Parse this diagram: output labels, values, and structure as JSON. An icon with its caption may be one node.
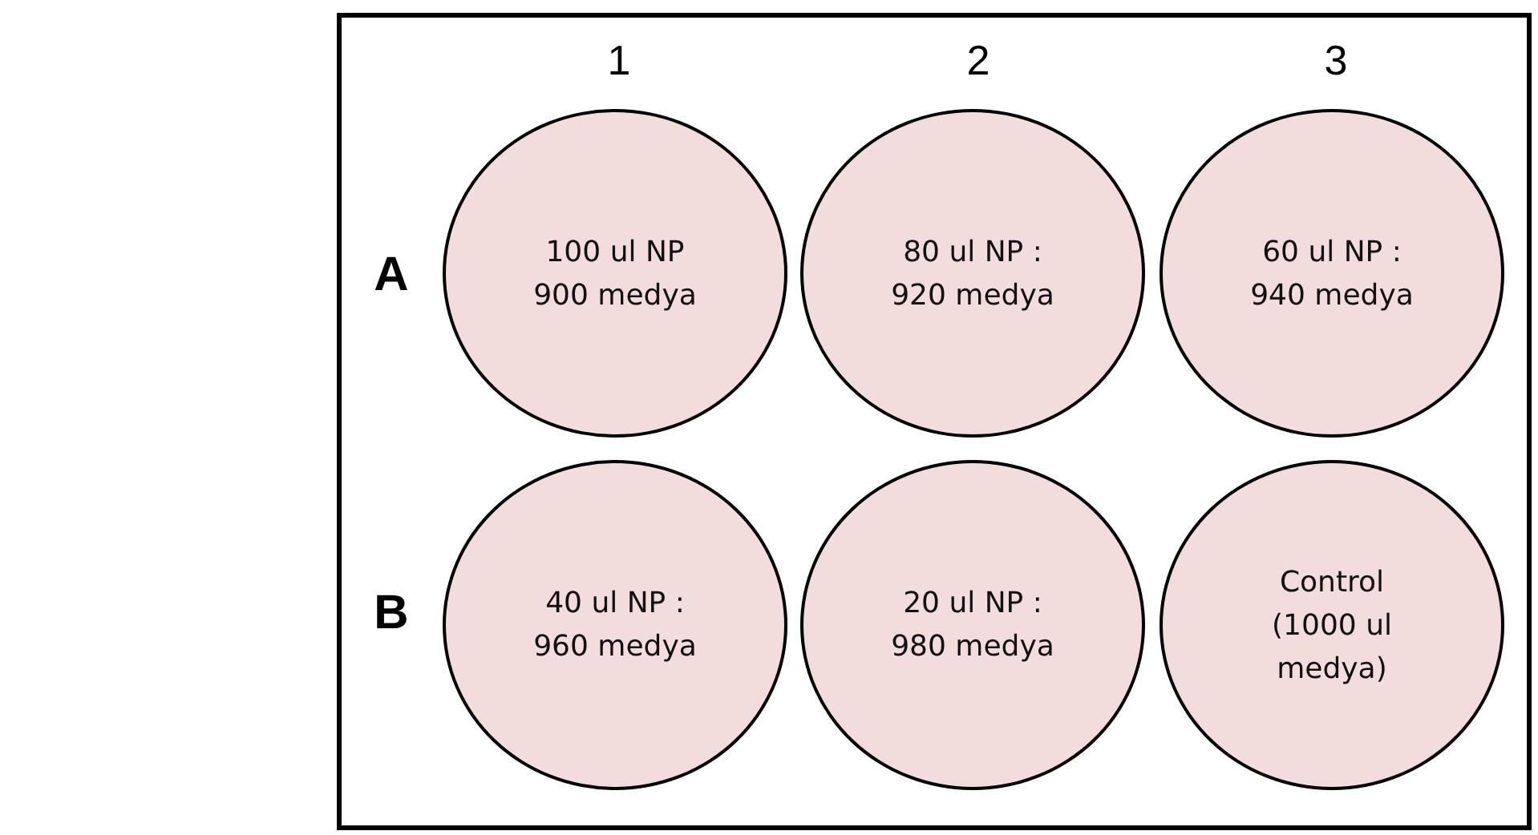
{
  "diagram": {
    "nodes": [
      {
        "text": [],
        "shape": "box"
      },
      {
        "text": [
          "100 ul NP 900 medya"
        ],
        "in": 0
      },
      {
        "text": [
          "80 ul NP : 920 medya"
        ],
        "in": 0
      },
      {
        "text": [
          "60 ul NP : 940 medya"
        ],
        "in": 0
      },
      {
        "text": [
          "40 ul NP : 960 medya"
        ],
        "in": 0
      },
      {
        "text": [
          "20 ul NP : 980 medya"
        ],
        "in": 0
      },
      {
        "text": [
          "Control (1000 ul medya)"
        ],
        "in": 0
      }
    ],
    "edges": [],
    "labels": [
      "1",
      "2",
      "3",
      "A",
      "B"
    ]
  }
}
